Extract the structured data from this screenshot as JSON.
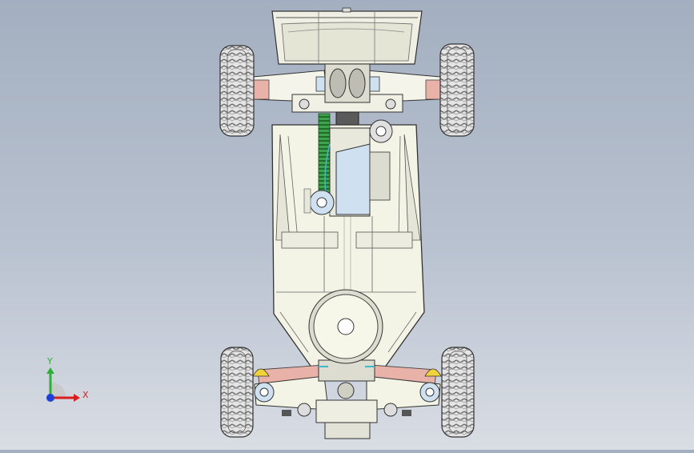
{
  "viewport": {
    "background_top": "#a3afc0",
    "background_bottom": "#d9dde4"
  },
  "model": {
    "name": "rc-buggy-chassis-assembly-top-view",
    "colors": {
      "chassis": "#f3f3e6",
      "outline": "#3a3a3a",
      "tire": "#dcdcdc",
      "tire_shadow": "#8a8a8a",
      "gear_blue": "#cfe0f0",
      "gear_green": "#3fa34d",
      "link_pink": "#e9b2a8",
      "bushing_yellow": "#f0d23a",
      "accent_cyan": "#3fb7c9"
    }
  },
  "triad": {
    "x_label": "X",
    "y_label": "Y",
    "x_color": "#d81e1e",
    "y_color": "#2fae3a",
    "z_color": "#1f3fd8"
  }
}
